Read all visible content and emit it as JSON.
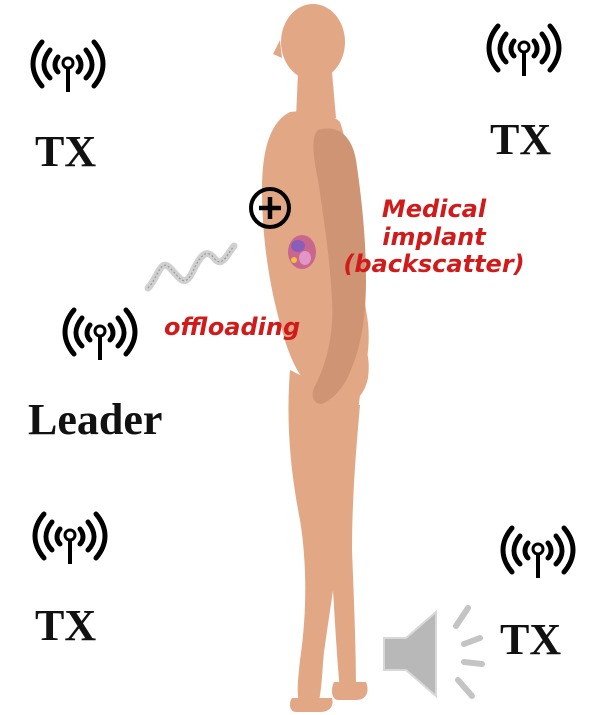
{
  "labels": {
    "tx_top_left": "TX",
    "tx_top_right": "TX",
    "leader": "Leader",
    "tx_bottom_left": "TX",
    "tx_bottom_right": "TX",
    "medical_line1": "Medical",
    "medical_line2": "implant",
    "medical_line3": "(backscatter)",
    "offloading": "offloading"
  },
  "icons": {
    "antenna": "wireless-antenna-icon",
    "speaker": "speaker-volume-icon",
    "plus": "circled-plus-icon",
    "implant": "implant-organ-icon"
  },
  "colors": {
    "skin": "#e2a886",
    "skin_shadow": "#c98d6c",
    "label_red": "#d11a1a",
    "text": "#111111",
    "speaker_gray": "#b8b8b8"
  }
}
